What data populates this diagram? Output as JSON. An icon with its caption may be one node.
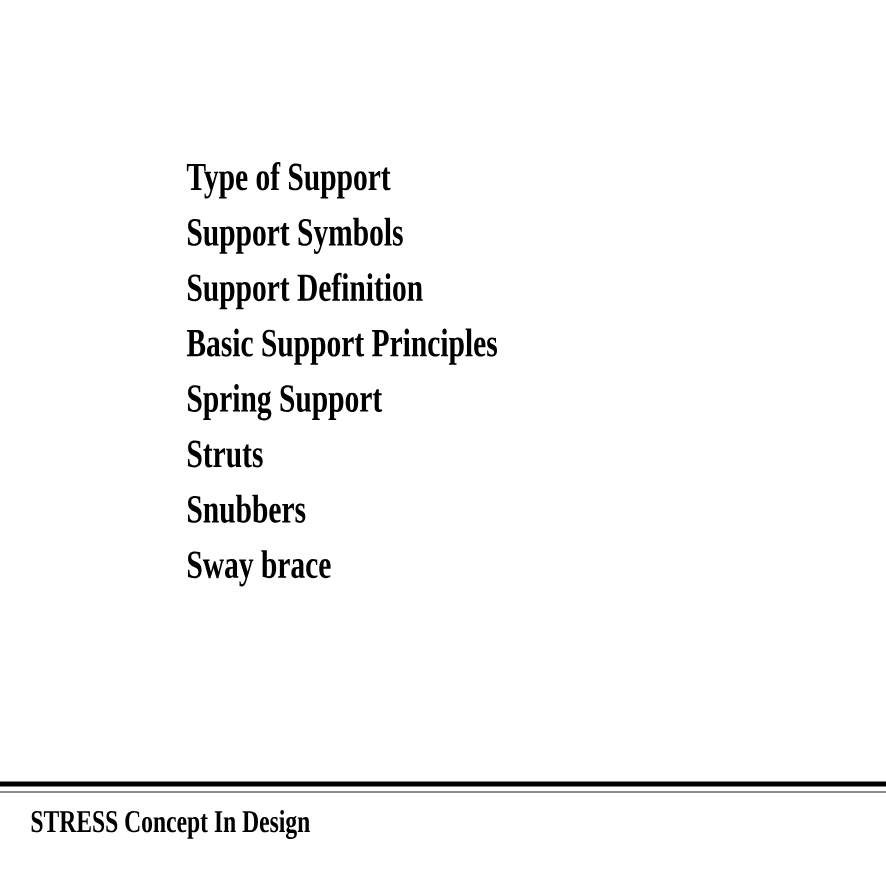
{
  "diagram": {
    "labels": [
      "Type of Support",
      "Support Symbols",
      "Support Definition",
      "Basic Support Principles",
      "Spring Support",
      "Struts",
      "Snubbers",
      "Sway brace",
      "STRESS  Concept In Design"
    ]
  }
}
